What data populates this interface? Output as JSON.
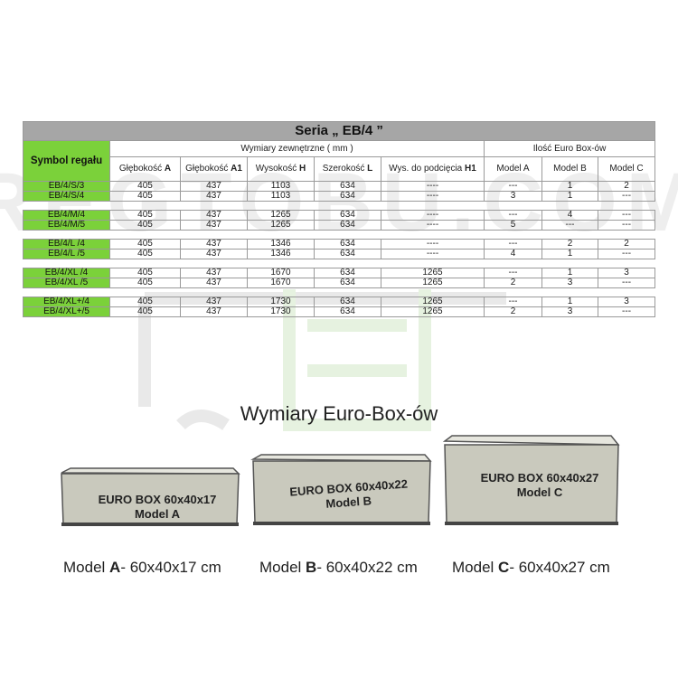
{
  "table": {
    "title": "Seria „ EB/4 ”",
    "symbol_header": "Symbol regału",
    "dims_group": "Wymiary zewnętrzne ( mm )",
    "qty_group": "Ilość Euro Box-ów",
    "columns": [
      {
        "text": "Głębokość",
        "letter": "A"
      },
      {
        "text": "Głębokość",
        "letter": "A1"
      },
      {
        "text": "Wysokość",
        "letter": "H"
      },
      {
        "text": "Szerokość",
        "letter": "L"
      },
      {
        "text": "Wys. do podcięcia",
        "letter": "H1"
      },
      {
        "text": "Model A",
        "letter": ""
      },
      {
        "text": "Model B",
        "letter": ""
      },
      {
        "text": "Model C",
        "letter": ""
      }
    ],
    "groups": [
      [
        [
          "EB/4/S/3",
          "405",
          "437",
          "1103",
          "634",
          "----",
          "---",
          "1",
          "2"
        ],
        [
          "EB/4/S/4",
          "405",
          "437",
          "1103",
          "634",
          "----",
          "3",
          "1",
          "---"
        ]
      ],
      [
        [
          "EB/4/M/4",
          "405",
          "437",
          "1265",
          "634",
          "----",
          "---",
          "4",
          "---"
        ],
        [
          "EB/4/M/5",
          "405",
          "437",
          "1265",
          "634",
          "----",
          "5",
          "---",
          "---"
        ]
      ],
      [
        [
          "EB/4/L /4",
          "405",
          "437",
          "1346",
          "634",
          "----",
          "---",
          "2",
          "2"
        ],
        [
          "EB/4/L /5",
          "405",
          "437",
          "1346",
          "634",
          "----",
          "4",
          "1",
          "---"
        ]
      ],
      [
        [
          "EB/4/XL /4",
          "405",
          "437",
          "1670",
          "634",
          "1265",
          "---",
          "1",
          "3"
        ],
        [
          "EB/4/XL /5",
          "405",
          "437",
          "1670",
          "634",
          "1265",
          "2",
          "3",
          "---"
        ]
      ],
      [
        [
          "EB/4/XL+/4",
          "405",
          "437",
          "1730",
          "634",
          "1265",
          "---",
          "1",
          "3"
        ],
        [
          "EB/4/XL+/5",
          "405",
          "437",
          "1730",
          "634",
          "1265",
          "2",
          "3",
          "---"
        ]
      ]
    ]
  },
  "section_title": "Wymiary Euro-Box-ów",
  "boxes": [
    {
      "line1": "EURO BOX 60x40x17",
      "line2": "Model  A"
    },
    {
      "line1": "EURO BOX 60x40x22",
      "line2": "Model  B"
    },
    {
      "line1": "EURO BOX 60x40x27",
      "line2": "Model  C"
    }
  ],
  "captions": [
    {
      "prefix": "Model ",
      "letter": "A",
      "text": "- 60x40x17 cm"
    },
    {
      "prefix": "Model ",
      "letter": "B",
      "text": "- 60x40x22 cm"
    },
    {
      "prefix": "Model ",
      "letter": "C",
      "text": "- 60x40x27 cm"
    }
  ],
  "watermark": "REGTOBU.COM",
  "colors": {
    "header_gray": "#a6a6a6",
    "symbol_green": "#7bd13a",
    "box_face": "#c9c9bd",
    "box_top": "#dcdcd2"
  }
}
